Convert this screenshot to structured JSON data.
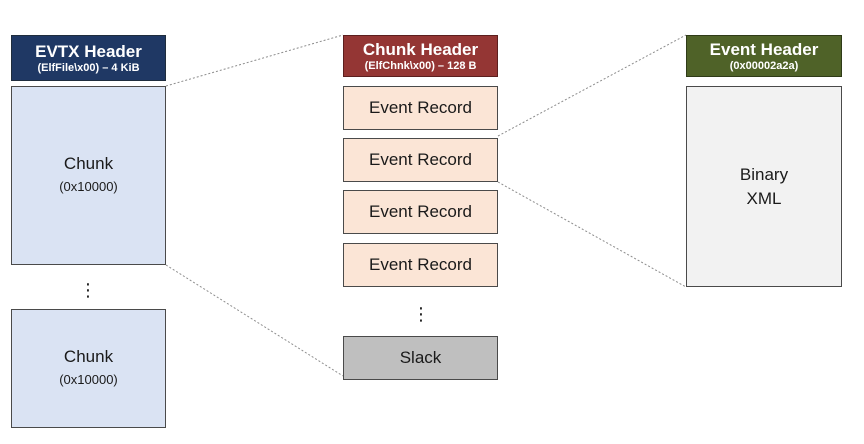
{
  "evtx_header": {
    "title": "EVTX Header",
    "subtitle": "(ElfFile\\x00) – 4 KiB"
  },
  "chunks": [
    {
      "label": "Chunk",
      "offset": "(0x10000)"
    },
    {
      "label": "Chunk",
      "offset": "(0x10000)"
    }
  ],
  "chunk_header": {
    "title": "Chunk Header",
    "subtitle": "(ElfChnk\\x00) – 128 B"
  },
  "event_records": [
    "Event Record",
    "Event Record",
    "Event Record",
    "Event Record"
  ],
  "slack": "Slack",
  "event_header": {
    "title": "Event Header",
    "subtitle": "(0x00002a2a)"
  },
  "binary_xml": {
    "line1": "Binary",
    "line2": "XML"
  },
  "ellipsis": "⋮",
  "colors": {
    "evtx_header": "#1f3864",
    "chunk_header": "#943634",
    "event_header": "#4f6228",
    "chunk_fill": "#dae3f3",
    "record_fill": "#fbe5d6",
    "slack_fill": "#bfbfbf",
    "xml_fill": "#f2f2f2"
  }
}
